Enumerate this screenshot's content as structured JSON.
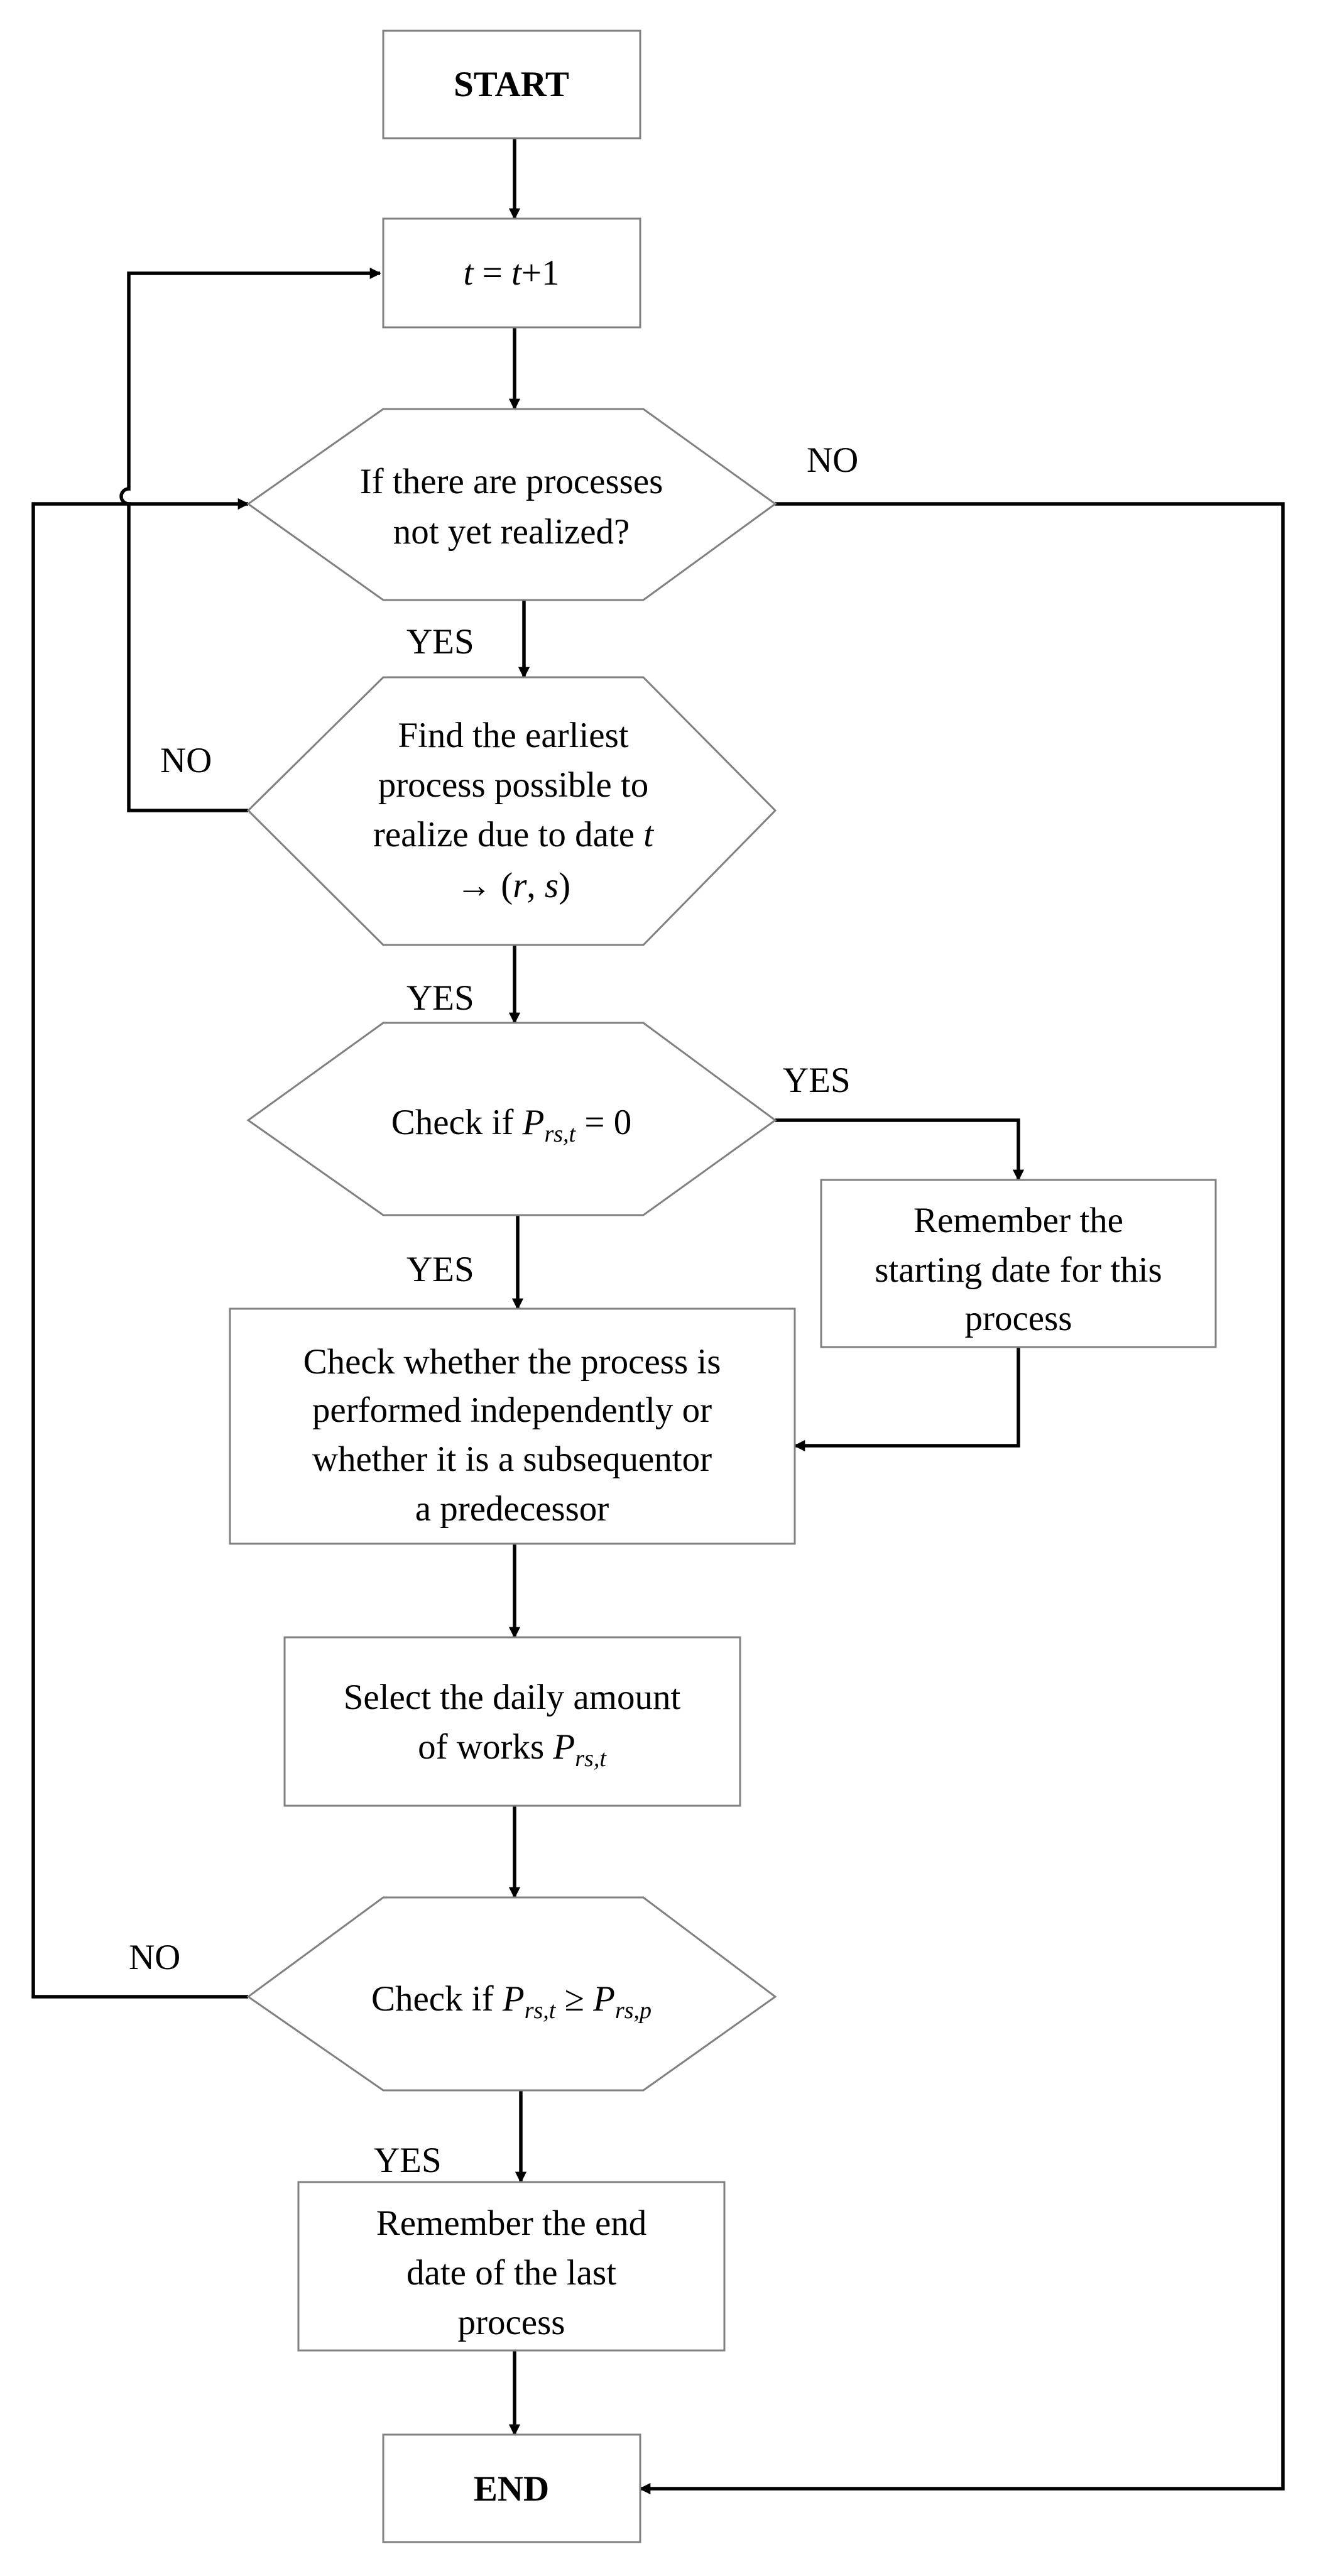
{
  "start": {
    "text": "START"
  },
  "increment": {
    "lhs": "t",
    "eq": " = ",
    "rhs": "t",
    "plus": "+1"
  },
  "check_remaining": {
    "lines": [
      "If there are processes",
      "not yet realized?"
    ]
  },
  "find_earliest": {
    "lines": [
      "Find the earliest",
      "process possible to",
      "realize due to date "
    ],
    "var_t": "t",
    "mapping": [
      "→ (",
      "r",
      ", ",
      "s",
      ")"
    ]
  },
  "check_zero": {
    "prefix": "Check if ",
    "var": "P",
    "sub": "rs,t",
    "suffix": " = 0"
  },
  "remember_start": {
    "lines": [
      "Remember the",
      "starting date for this",
      "process"
    ]
  },
  "check_independent": {
    "lines": [
      "Check whether the process is",
      "performed independently or",
      "whether it is a subsequentor",
      "a predecessor"
    ]
  },
  "select_amount": {
    "lines": [
      "Select the daily amount",
      "of works "
    ],
    "var": "P",
    "sub": "rs,t"
  },
  "check_total": {
    "prefix": "Check if ",
    "var1": "P",
    "sub1": "rs,t",
    "op": " ≥ ",
    "var2": "P",
    "sub2": "rs,p"
  },
  "remember_end": {
    "lines": [
      "Remember the end",
      "date of the last",
      "process"
    ]
  },
  "end": {
    "text": "END"
  },
  "edge_labels": {
    "yes": "YES",
    "no": "NO"
  }
}
